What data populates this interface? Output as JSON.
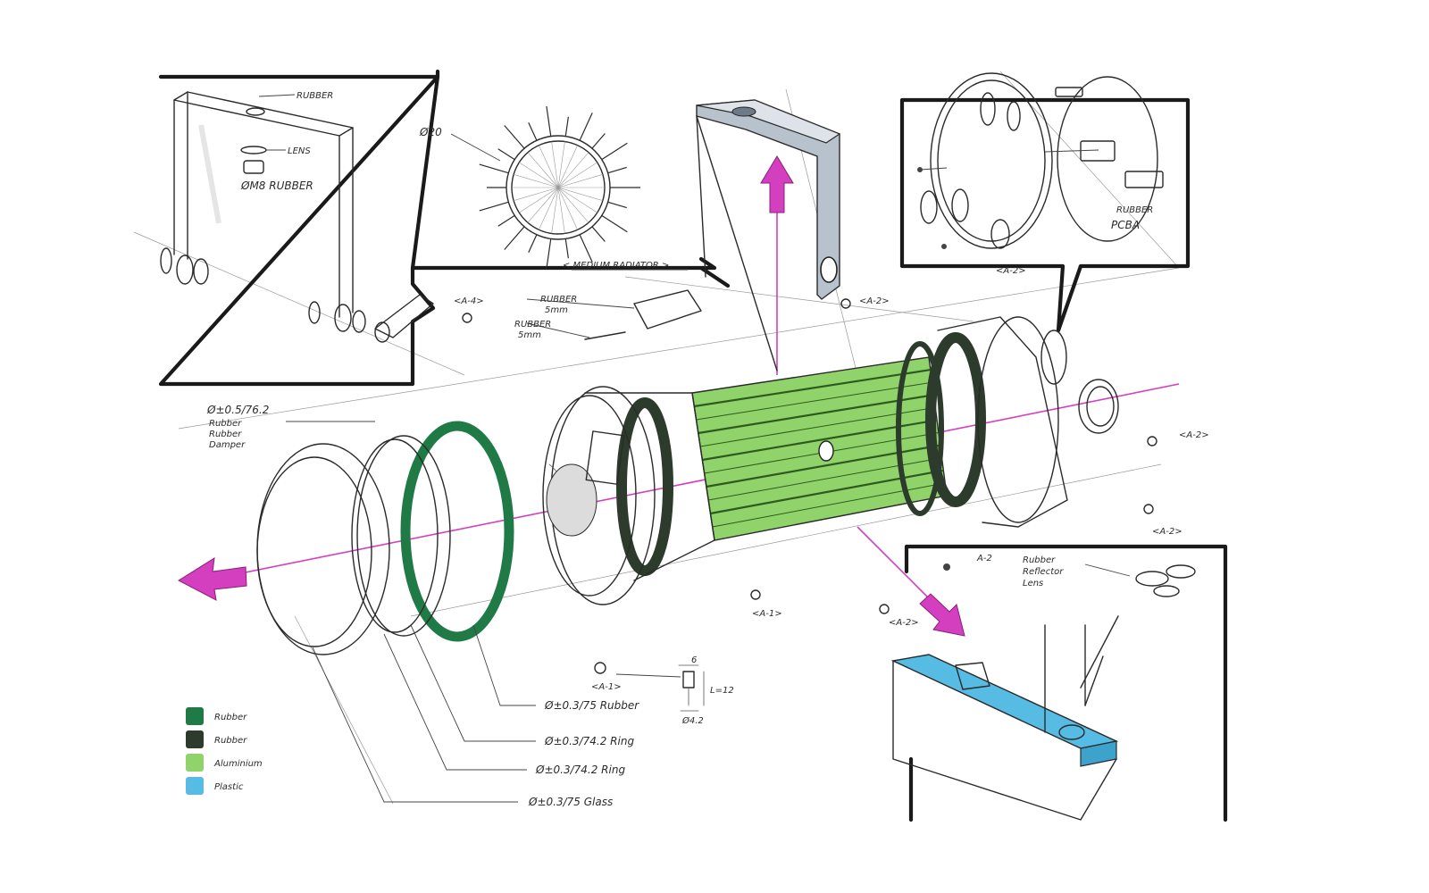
{
  "colors": {
    "dark_green": "#1f7a45",
    "very_dark_green": "#2c3b2c",
    "light_green": "#8fd36a",
    "blue": "#56bce3",
    "magenta": "#d43fbf",
    "ink": "#2a2a2a"
  },
  "callouts": {
    "top_left_box": {
      "label_top": "RUBBER",
      "label_mid": "LENS",
      "label_m8": "ØM8 RUBBER"
    },
    "radiator_box": {
      "dia_label": "Ø20",
      "name_label": "< MEDIUM RADIATOR >"
    },
    "right_top_box": {
      "pcba_top": "RUBBER",
      "pcba_label": "PCBA"
    },
    "bottom_right_box": {
      "screw_ref": "A-2",
      "part_label_1": "Rubber",
      "part_label_2": "Reflector",
      "part_label_3": "Lens"
    }
  },
  "annotations": {
    "a4": "<A-4>",
    "a2_bracket": "<A-2>",
    "a2_right_1": "<A-2>",
    "a2_right_2": "<A-2>",
    "a2_right_3": "<A-2>",
    "a2_bottom": "<A-2>",
    "a1_mid": "<A-1>",
    "a1_bottom": "<A-1>",
    "rubber_sm_1": "RUBBER",
    "rubber_sm_2": "5mm",
    "rubber_sm_3": "RUBBER",
    "rubber_sm_4": "5mm",
    "dia_top_1": "Ø±0.5/76.2",
    "dia_top_2": "Rubber",
    "dia_top_3": "Rubber",
    "dia_top_4": "Damper",
    "dim_top": "6",
    "dim_side": "L=12",
    "dim_bottom": "Ø4.2",
    "spec_1": "Ø±0.3/75 Rubber",
    "spec_2": "Ø±0.3/74.2 Ring",
    "spec_3": "Ø±0.3/74.2 Ring",
    "spec_4": "Ø±0.3/75 Glass"
  },
  "legend": [
    {
      "label": "Rubber",
      "color": "#1f7a45"
    },
    {
      "label": "Rubber",
      "color": "#2c3b2c"
    },
    {
      "label": "Aluminium",
      "color": "#8fd36a"
    },
    {
      "label": "Plastic",
      "color": "#56bce3"
    }
  ]
}
